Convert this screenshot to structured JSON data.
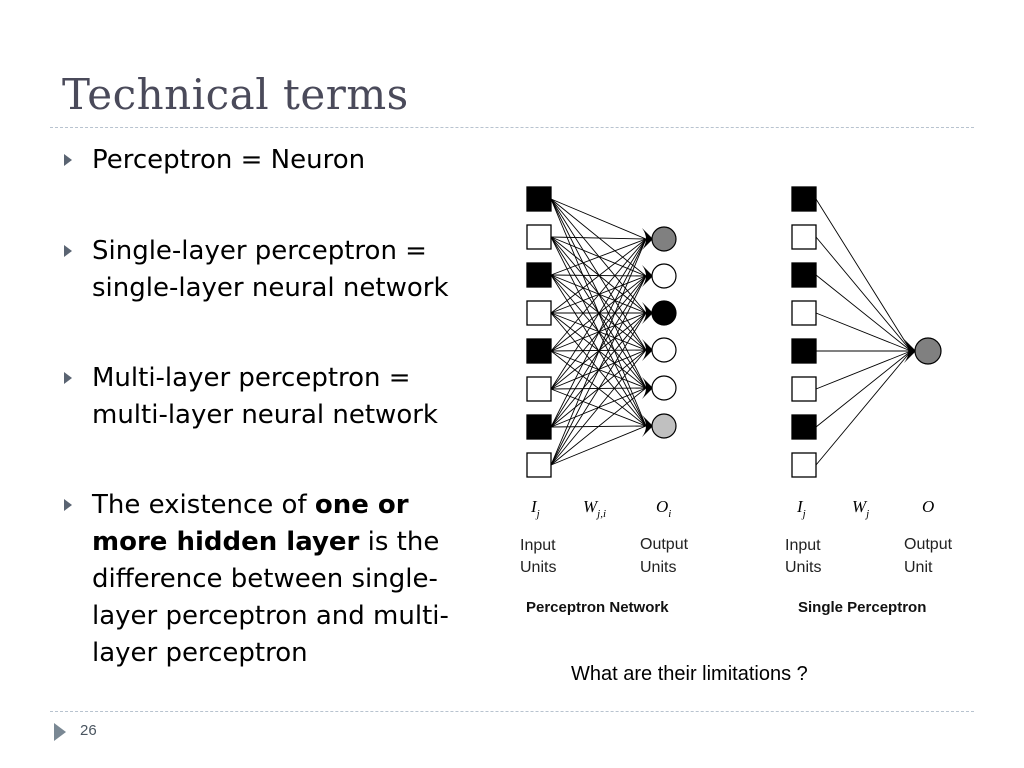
{
  "slide": {
    "title": "Technical terms",
    "page_number": "26",
    "caption": "What are their limitations ?"
  },
  "bullets": [
    {
      "parts": [
        {
          "text": "Perceptron = Neuron",
          "bold": false
        }
      ]
    },
    {
      "parts": [
        {
          "text": "Single-layer perceptron = single-layer neural network",
          "bold": false
        }
      ]
    },
    {
      "parts": [
        {
          "text": "Multi-layer perceptron = multi-layer neural network",
          "bold": false
        }
      ]
    },
    {
      "parts": [
        {
          "text": "The existence of ",
          "bold": false
        },
        {
          "text": "one or more hidden layer",
          "bold": true
        },
        {
          "text": " is the difference between single-layer perceptron and multi-layer perceptron",
          "bold": false
        }
      ]
    }
  ],
  "network_diagram": {
    "input_symbol": "I",
    "input_subscript": "j",
    "weight_symbol": "W",
    "weight_subscript": "j,i",
    "output_symbol": "O",
    "output_subscript": "i",
    "input_label_line1": "Input",
    "input_label_line2": "Units",
    "output_label_line1": "Output",
    "output_label_line2": "Units",
    "heading": "Perceptron Network",
    "inputs_filled": [
      true,
      false,
      true,
      false,
      true,
      false,
      true,
      false
    ],
    "output_fills": [
      "#808080",
      "#ffffff",
      "#000000",
      "#ffffff",
      "#ffffff",
      "#c0c0c0"
    ]
  },
  "single_diagram": {
    "input_symbol": "I",
    "input_subscript": "j",
    "weight_symbol": "W",
    "weight_subscript": "j",
    "output_symbol": "O",
    "input_label_line1": "Input",
    "input_label_line2": "Units",
    "output_label_line1": "Output",
    "output_label_line2": "Unit",
    "heading": "Single Perceptron",
    "inputs_filled": [
      true,
      false,
      true,
      false,
      true,
      false,
      true,
      false
    ],
    "output_fill": "#808080"
  }
}
